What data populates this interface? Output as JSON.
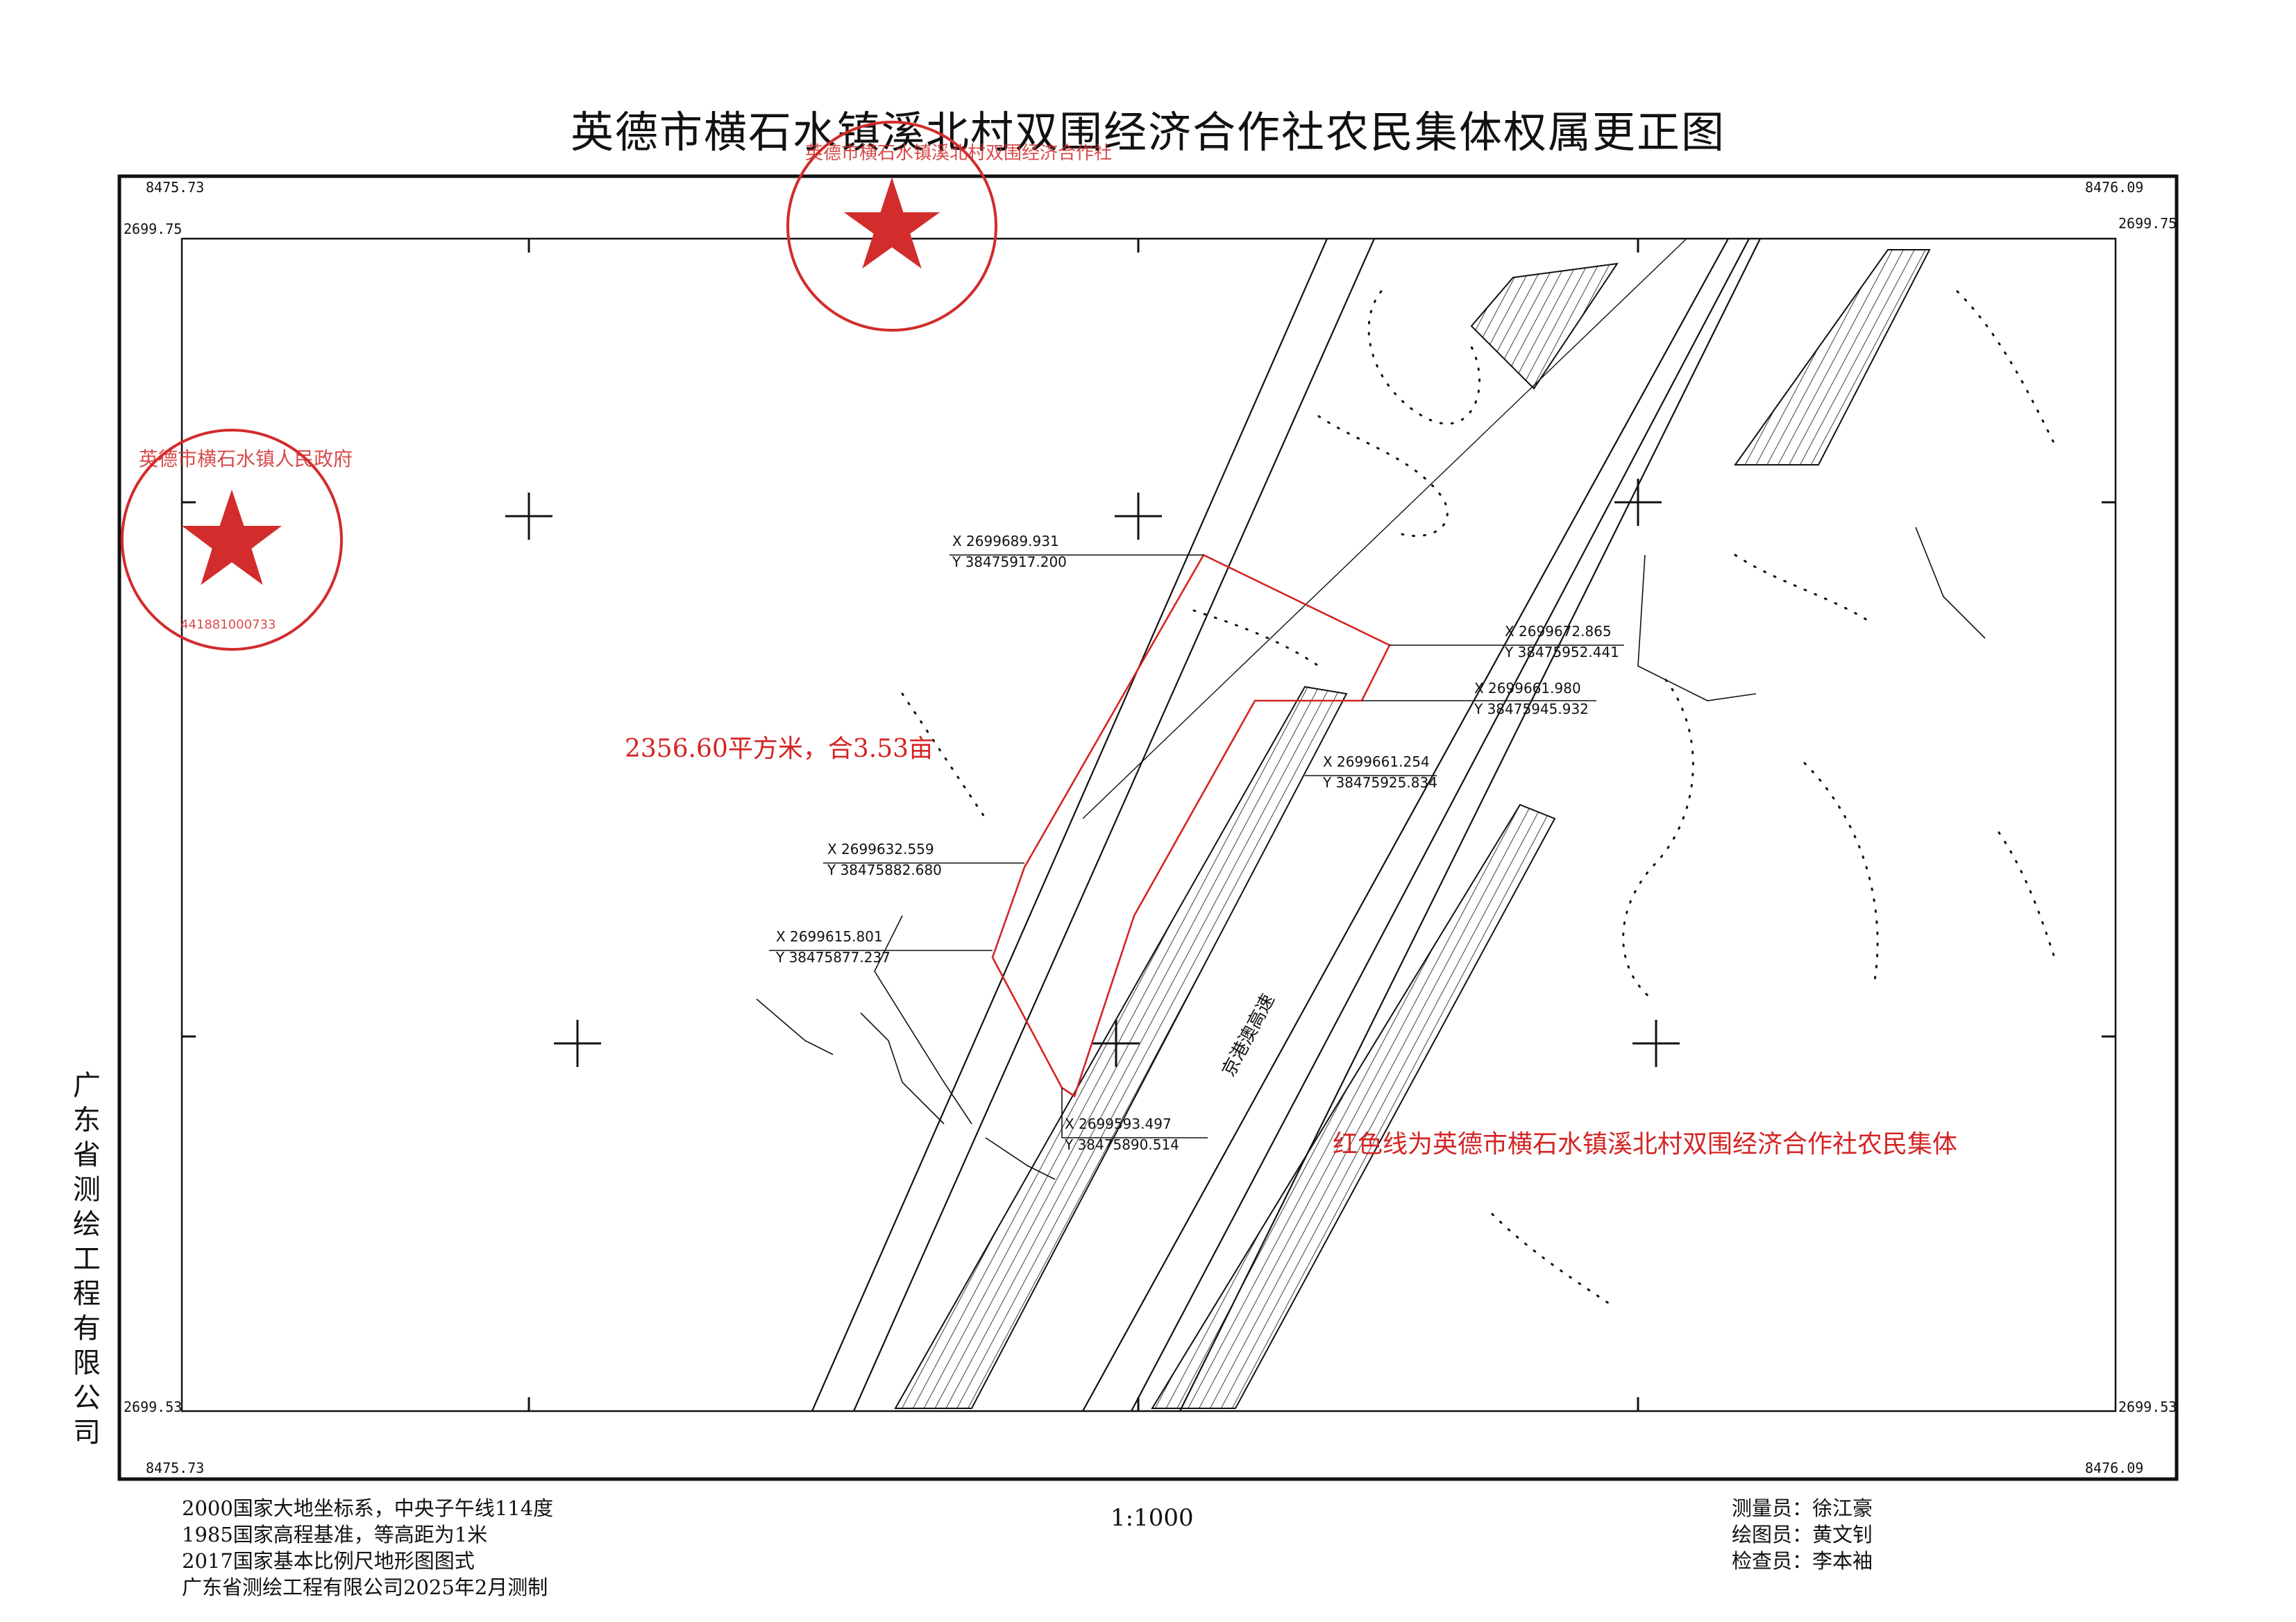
{
  "title": "英德市横石水镇溪北村双围经济合作社农民集体权属更正图",
  "corners": {
    "top_left_y": "8475.73",
    "top_right_y": "8476.09",
    "top_left_x": "2699.75",
    "top_right_x": "2699.75",
    "bottom_left_x": "2699.53",
    "bottom_right_x": "2699.53",
    "bottom_left_y": "8475.73",
    "bottom_right_y": "8476.09"
  },
  "vertical_company": "广东省测绘工程有限公司",
  "area_label": "2356.60平方米，合3.53亩",
  "owner_note": "红色线为英德市横石水镇溪北村双围经济合作社农民集体",
  "road_label": "京港澳高速",
  "coordinates": [
    {
      "x": "X 2699689.931",
      "y": "Y 38475917.200"
    },
    {
      "x": "X 2699672.865",
      "y": "Y 38475952.441"
    },
    {
      "x": "X 2699661.980",
      "y": "Y 38475945.932"
    },
    {
      "x": "X 2699661.254",
      "y": "Y 38475925.834"
    },
    {
      "x": "X 2699632.559",
      "y": "Y 38475882.680"
    },
    {
      "x": "X 2699615.801",
      "y": "Y 38475877.237"
    },
    {
      "x": "X 2699593.497",
      "y": "Y 38475890.514"
    }
  ],
  "footer_left": [
    "2000国家大地坐标系，中央子午线114度",
    "1985国家高程基准，等高距为1米",
    "2017国家基本比例尺地形图图式",
    "广东省测绘工程有限公司2025年2月测制"
  ],
  "scale": "1:1000",
  "footer_right": [
    "测量员：徐江豪",
    "绘图员：黄文钊",
    "检查员：李本袖"
  ],
  "stamps": {
    "village_stamp_text": "英德市横石水镇溪北村双围经济合作社",
    "town_stamp_text": "英德市横石水镇人民政府",
    "town_stamp_code": "441881000733"
  },
  "colors": {
    "boundary": "#d42424",
    "stamp": "#d22c2c",
    "ink": "#111111"
  }
}
